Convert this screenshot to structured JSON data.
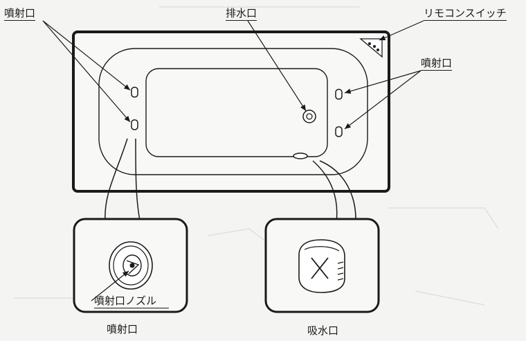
{
  "labels": {
    "nozzle_top_left": "噴射口",
    "drain": "排水口",
    "remote_switch": "リモコンスイッチ",
    "nozzle_right": "噴射口",
    "nozzle_detail": "噴射口ノズル",
    "caption_nozzle": "噴射口",
    "caption_intake": "吸水口"
  },
  "colors": {
    "line": "#1a1a1a",
    "paper": "#f4f4f2",
    "ghost": "#dcdcd8"
  }
}
